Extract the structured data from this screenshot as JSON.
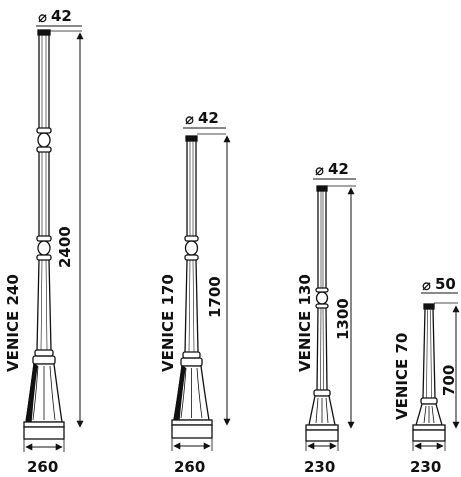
{
  "posts": [
    {
      "name": "VENICE 240",
      "height": "2400",
      "diameter": "42",
      "base_width": "260",
      "diameter_symbol": "⌀"
    },
    {
      "name": "VENICE 170",
      "height": "1700",
      "diameter": "42",
      "base_width": "260",
      "diameter_symbol": "⌀"
    },
    {
      "name": "VENICE 130",
      "height": "1300",
      "diameter": "42",
      "base_width": "230",
      "diameter_symbol": "⌀"
    },
    {
      "name": "VENICE 70",
      "height": "700",
      "diameter": "50",
      "base_width": "230",
      "diameter_symbol": "⌀"
    }
  ]
}
